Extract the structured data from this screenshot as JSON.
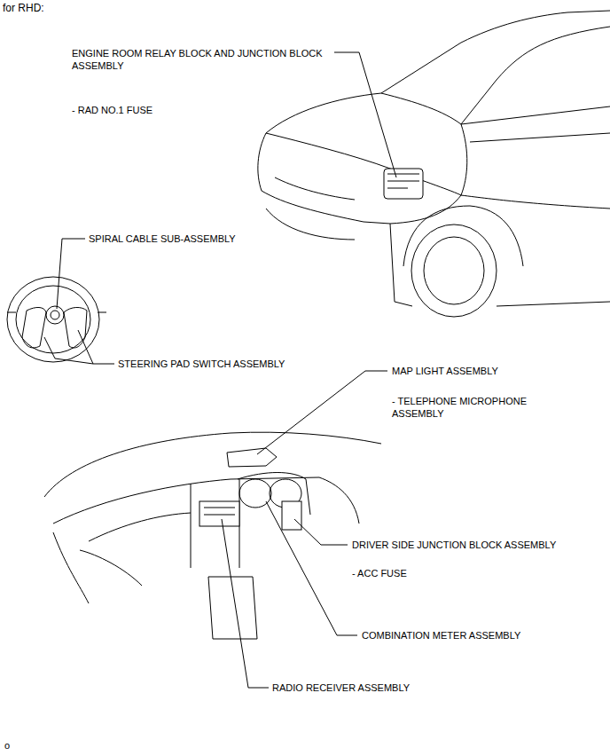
{
  "diagram": {
    "title": "for RHD:",
    "labels": [
      "ENGINE ROOM RELAY BLOCK AND JUNCTION BLOCK ASSEMBLY",
      "- RAD NO.1 FUSE",
      "SPIRAL CABLE SUB-ASSEMBLY",
      "STEERING PAD SWITCH ASSEMBLY",
      "MAP LIGHT ASSEMBLY",
      "- TELEPHONE MICROPHONE ASSEMBLY",
      "DRIVER SIDE JUNCTION BLOCK ASSEMBLY",
      "- ACC FUSE",
      "COMBINATION METER ASSEMBLY",
      "RADIO RECEIVER ASSEMBLY",
      "o"
    ]
  }
}
